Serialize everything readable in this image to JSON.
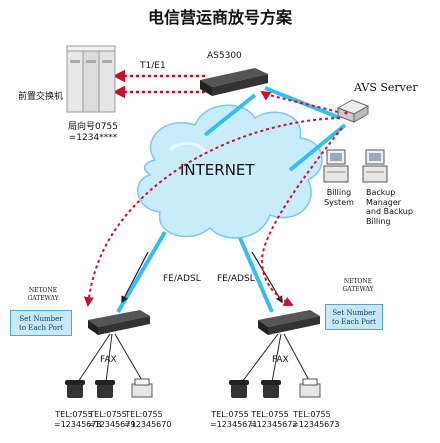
{
  "title": "电信营运商放号方案",
  "labels": {
    "pbx": "前置交换机",
    "office_code_line1": "局向号0755",
    "office_code_line2": "=1234****",
    "t1e1": "T1/E1",
    "as5300": "AS5300",
    "avs_server": "AVS Server",
    "internet": "INTERNET",
    "billing_system": "Billing\nSystem",
    "backup": "Backup\nManager\nand Backup\nBilling",
    "fe_adsl_left": "FE/ADSL",
    "fe_adsl_right": "FE/ADSL",
    "fax_left": "FAX",
    "fax_right": "FAX"
  },
  "gateways": {
    "left": {
      "brand": "NETONE\nGATEWAY",
      "box": "Set Number\nto Each Port"
    },
    "right": {
      "brand": "NETONE\nGATEWAY",
      "box": "Set Number\nto Each Port"
    }
  },
  "phones_left": [
    {
      "tel": "TEL:0755\n=12345678"
    },
    {
      "tel": "TEL:0755\n=12345679"
    },
    {
      "tel": "TEL:0755\n=12345670"
    }
  ],
  "phones_right": [
    {
      "tel": "TEL:0755\n=12345671"
    },
    {
      "tel": "TEL:0755\n=12345672"
    },
    {
      "tel": "TEL:0755\n=12345673"
    }
  ],
  "colors": {
    "link": "#33c0f0",
    "signal": "#c8102e",
    "cloud": "#c9ecfb",
    "device": "#333333"
  }
}
